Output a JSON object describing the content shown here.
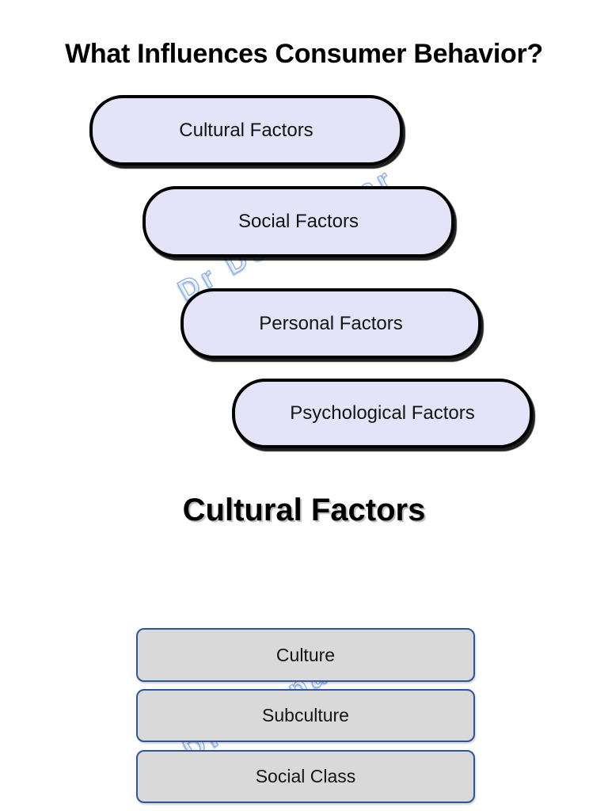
{
  "page": {
    "background": "#FFFFFF"
  },
  "watermark": {
    "render_text": "Dr Deepankar",
    "visible_fragments": [
      "Dr Dee",
      "kar"
    ],
    "stroke_color": "#8FB0E0"
  },
  "slide1": {
    "title": "What Influences Consumer Behavior?",
    "pills": [
      {
        "label": "Cultural Factors"
      },
      {
        "label": "Social Factors"
      },
      {
        "label": "Personal Factors"
      },
      {
        "label": "Psychological Factors"
      }
    ],
    "style": {
      "fill": "#E4E3F7",
      "border": "#000000"
    }
  },
  "slide2": {
    "heading": "Cultural Factors",
    "boxes": [
      {
        "label": "Culture"
      },
      {
        "label": "Subculture"
      },
      {
        "label": "Social Class"
      }
    ],
    "style": {
      "fill": "#D9D9D9",
      "border": "#2F5597"
    }
  }
}
